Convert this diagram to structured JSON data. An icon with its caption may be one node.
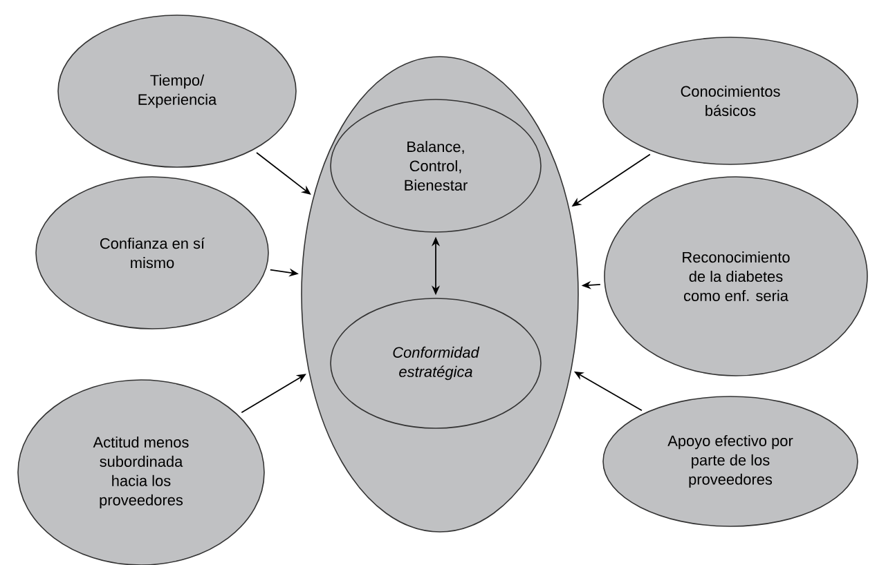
{
  "diagram": {
    "nodes": [
      {
        "text": [
          "Tiempo/ Experiencia"
        ]
      },
      {
        "text": [],
        "shape": "ellipse"
      },
      {
        "text": [
          "Balance, Control, Bienestar"
        ],
        "in": 1
      },
      {
        "text": [
          "Conformidad estratégica"
        ],
        "in": 1
      },
      {
        "text": [
          "Conocimientos básicos"
        ]
      },
      {
        "text": [
          "Confianza en sí mismo"
        ]
      },
      {
        "text": [
          "Reconocimiento de la diabetes como enf. seria"
        ]
      },
      {
        "text": [
          "Actitud menos subordinada hacia los proveedores"
        ]
      },
      {
        "text": [
          "Apoyo efectivo por parte de los proveedores"
        ]
      }
    ],
    "edges": [
      {
        "from": 0,
        "to": 1,
        "arrow": "to"
      },
      {
        "from": 4,
        "to": 1,
        "arrow": "to"
      },
      {
        "from": 5,
        "to": 1,
        "arrow": "to"
      },
      {
        "from": 6,
        "to": 1,
        "arrow": "to"
      },
      {
        "from": 7,
        "to": 1,
        "arrow": "to"
      },
      {
        "from": 8,
        "to": 1,
        "arrow": "to"
      },
      {
        "from": 2,
        "to": 3,
        "arrow": "both"
      }
    ]
  }
}
